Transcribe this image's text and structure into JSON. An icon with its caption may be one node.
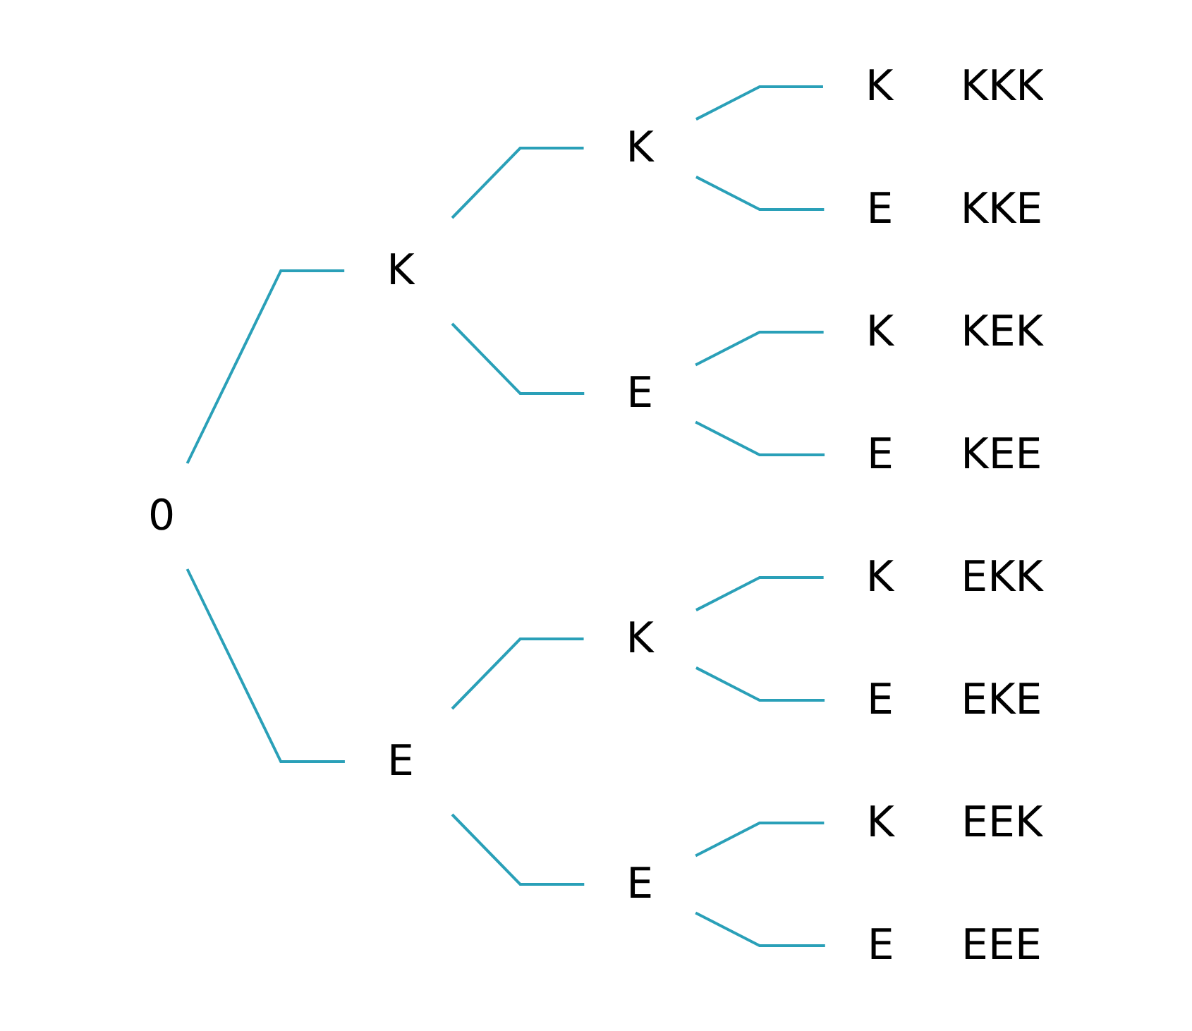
{
  "diagram": {
    "nodes": [
      {
        "text": [
          "0"
        ]
      },
      {
        "text": [
          "K"
        ]
      },
      {
        "text": [
          "K"
        ]
      },
      {
        "text": [
          "K"
        ],
        "beside": [
          "KKK"
        ]
      },
      {
        "text": [
          "E"
        ],
        "beside": [
          "KKE"
        ]
      },
      {
        "text": [
          "E"
        ]
      },
      {
        "text": [
          "K"
        ],
        "beside": [
          "KEK"
        ]
      },
      {
        "text": [
          "E"
        ],
        "beside": [
          "KEE"
        ]
      },
      {
        "text": [
          "E"
        ]
      },
      {
        "text": [
          "K"
        ]
      },
      {
        "text": [
          "K"
        ],
        "beside": [
          "EKK"
        ]
      },
      {
        "text": [
          "E"
        ],
        "beside": [
          "EKE"
        ]
      },
      {
        "text": [
          "E"
        ]
      },
      {
        "text": [
          "K"
        ],
        "beside": [
          "EEK"
        ]
      },
      {
        "text": [
          "E"
        ],
        "beside": [
          "EEE"
        ]
      }
    ],
    "edges": [
      {
        "from": 0,
        "to": 1,
        "arrow": "none"
      },
      {
        "from": 1,
        "to": 2,
        "arrow": "none"
      },
      {
        "from": 2,
        "to": 3,
        "arrow": "none"
      },
      {
        "from": 2,
        "to": 4,
        "arrow": "none"
      },
      {
        "from": 1,
        "to": 5,
        "arrow": "none"
      },
      {
        "from": 5,
        "to": 6,
        "arrow": "none"
      },
      {
        "from": 5,
        "to": 7,
        "arrow": "none"
      },
      {
        "from": 0,
        "to": 8,
        "arrow": "none"
      },
      {
        "from": 8,
        "to": 9,
        "arrow": "none"
      },
      {
        "from": 9,
        "to": 10,
        "arrow": "none"
      },
      {
        "from": 9,
        "to": 11,
        "arrow": "none"
      },
      {
        "from": 8,
        "to": 12,
        "arrow": "none"
      },
      {
        "from": 12,
        "to": 13,
        "arrow": "none"
      },
      {
        "from": 12,
        "to": 14,
        "arrow": "none"
      }
    ]
  }
}
